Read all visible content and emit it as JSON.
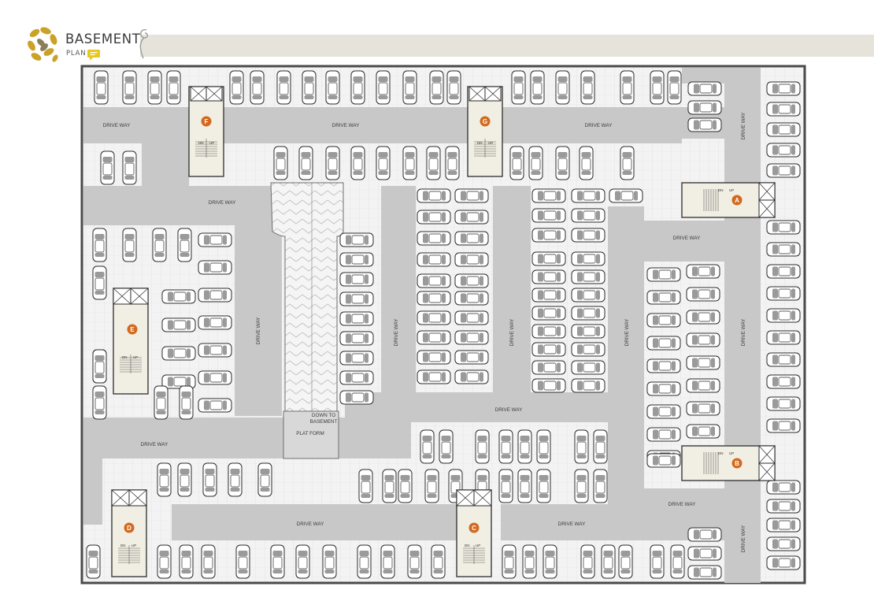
{
  "header": {
    "title": "BASEMENT",
    "subtitle": "PLAN"
  },
  "colors": {
    "band": "#e6e4da",
    "outer_wall": "#4a4a4a",
    "road": "#c8c8c8",
    "parking": "#f1f1f1",
    "core_fill": "#f1eee3",
    "core_badge": "#d2691e",
    "logo": "#c9a227",
    "chat_icon": "#e6c81e"
  },
  "icons": {
    "logo": "ornamental-leaf-logo",
    "chat": "chat-bubble-icon"
  },
  "labels": {
    "driveway": "DRIVE WAY",
    "down_to_basement_line1": "DOWN TO",
    "down_to_basement_line2": "BASEMENT",
    "platform": "PLAT FORM",
    "stair_dn": "DN",
    "stair_up": "UP"
  },
  "cores": [
    "A",
    "B",
    "C",
    "D",
    "E",
    "F",
    "G"
  ]
}
